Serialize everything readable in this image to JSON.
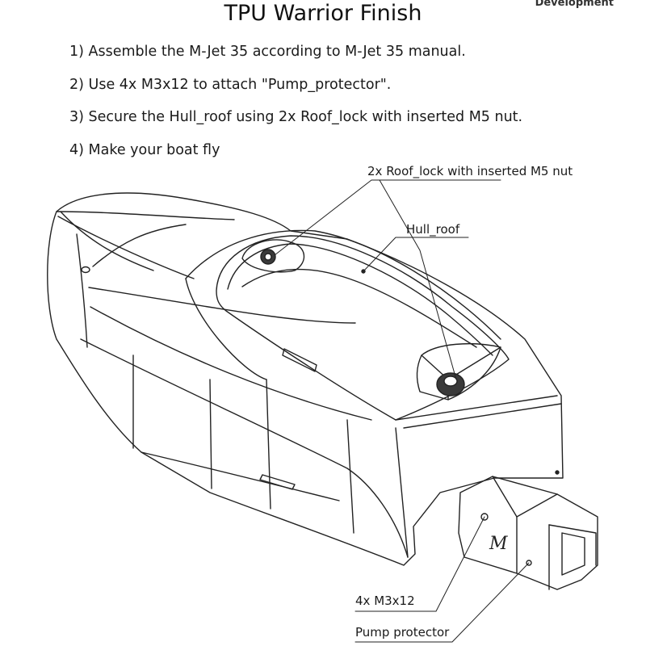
{
  "header": {
    "corner_text": "Development",
    "title": "TPU Warrior Finish"
  },
  "instructions": [
    "1) Assemble the M-Jet 35 according to M-Jet 35 manual.",
    "2) Use 4x M3x12 to attach \"Pump_protector\".",
    "3) Secure the Hull_roof using 2x Roof_lock with inserted M5 nut.",
    "4) Make your boat fly"
  ],
  "callouts": {
    "roof_lock": "2x Roof_lock with inserted M5 nut",
    "hull_roof": "Hull_roof",
    "screws": "4x M3x12",
    "pump_protector": "Pump protector"
  },
  "drawing": {
    "logo_glyph": "M",
    "line_color": "#222222",
    "knurl_color": "#3a3a3a"
  }
}
